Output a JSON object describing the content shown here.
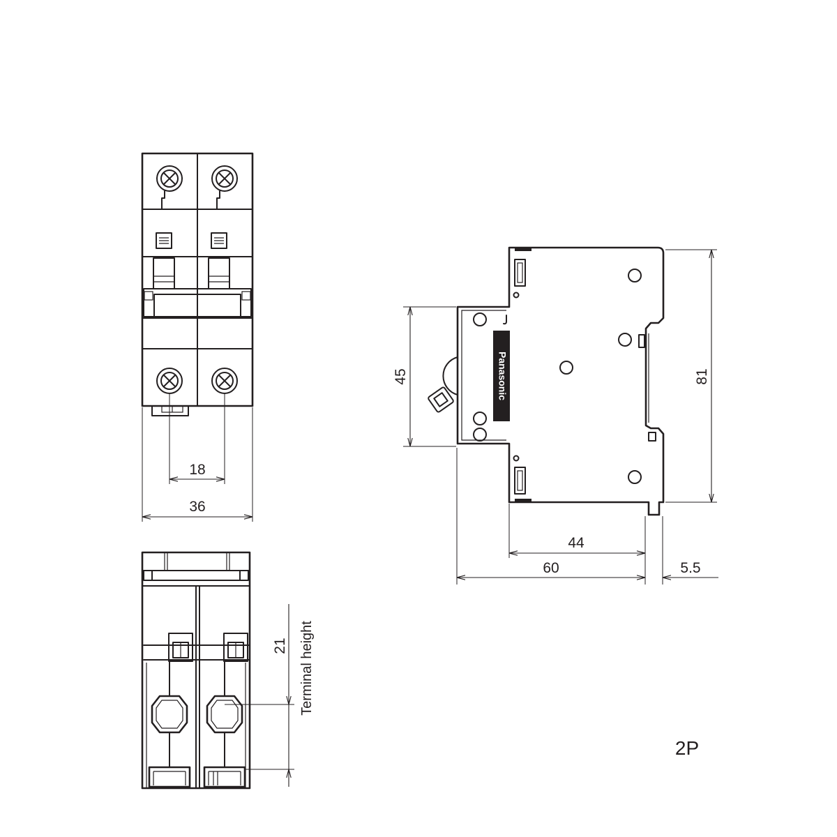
{
  "front_view": {
    "pitch": "18",
    "width": "36"
  },
  "side_view": {
    "brand": "Panasonic",
    "rail_height": "45",
    "height": "81",
    "front_depth": "44",
    "total_depth": "60",
    "rail_offset": "5.5"
  },
  "top_view": {
    "terminal_height_value": "21",
    "terminal_height_label": "Terminal height"
  },
  "pole_label": "2P",
  "colors": {
    "line": "#231f20",
    "background": "#ffffff"
  }
}
